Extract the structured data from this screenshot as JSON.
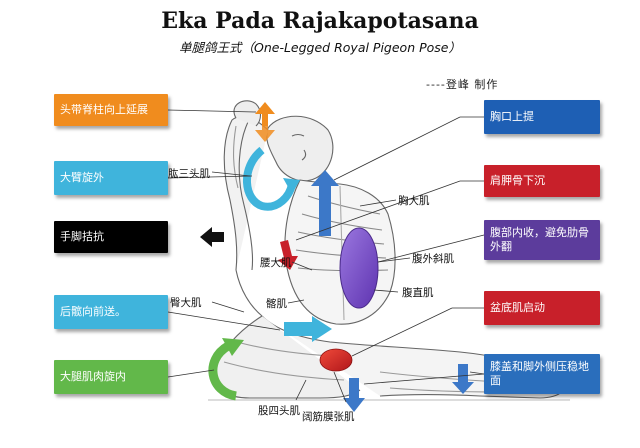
{
  "header": {
    "title": "Eka Pada Rajakapotasana",
    "subtitle": "单腿鸽王式（One-Legged Royal Pigeon Pose）",
    "credit": "----登峰 制作"
  },
  "left_boxes": [
    {
      "text": "头带脊柱向上延展",
      "color": "#F08C1E"
    },
    {
      "text": "大臂旋外",
      "color": "#3FB4DC"
    },
    {
      "text": "手脚拮抗",
      "color": "#000000"
    },
    {
      "text": "后髋向前送。",
      "color": "#3FB4DC"
    },
    {
      "text": "大腿肌肉旋内",
      "color": "#62B84A"
    }
  ],
  "right_boxes": [
    {
      "text": "胸口上提",
      "color": "#1E5FB4"
    },
    {
      "text": "肩胛骨下沉",
      "color": "#C8202A"
    },
    {
      "text": "腹部内收，避免肋骨外翻",
      "color": "#5C3C9C"
    },
    {
      "text": "盆底肌启动",
      "color": "#C8202A"
    },
    {
      "text": "膝盖和脚外侧压稳地面",
      "color": "#2A6EBC"
    }
  ],
  "muscle_labels": [
    "肱三头肌",
    "胸大肌",
    "腹外斜肌",
    "腰大肌",
    "髂肌",
    "腹直肌",
    "臀大肌",
    "股四头肌",
    "阔筋膜张肌"
  ],
  "colors": {
    "orange_arrow": "#F08C1E",
    "blue_arrow": "#3C78C8",
    "cyan_arrow": "#3FB4DC",
    "green_arrow": "#62B84A",
    "purple_oval": "#7A4FC9",
    "red_oval": "#D8282A",
    "red_arrow": "#C8202A"
  }
}
